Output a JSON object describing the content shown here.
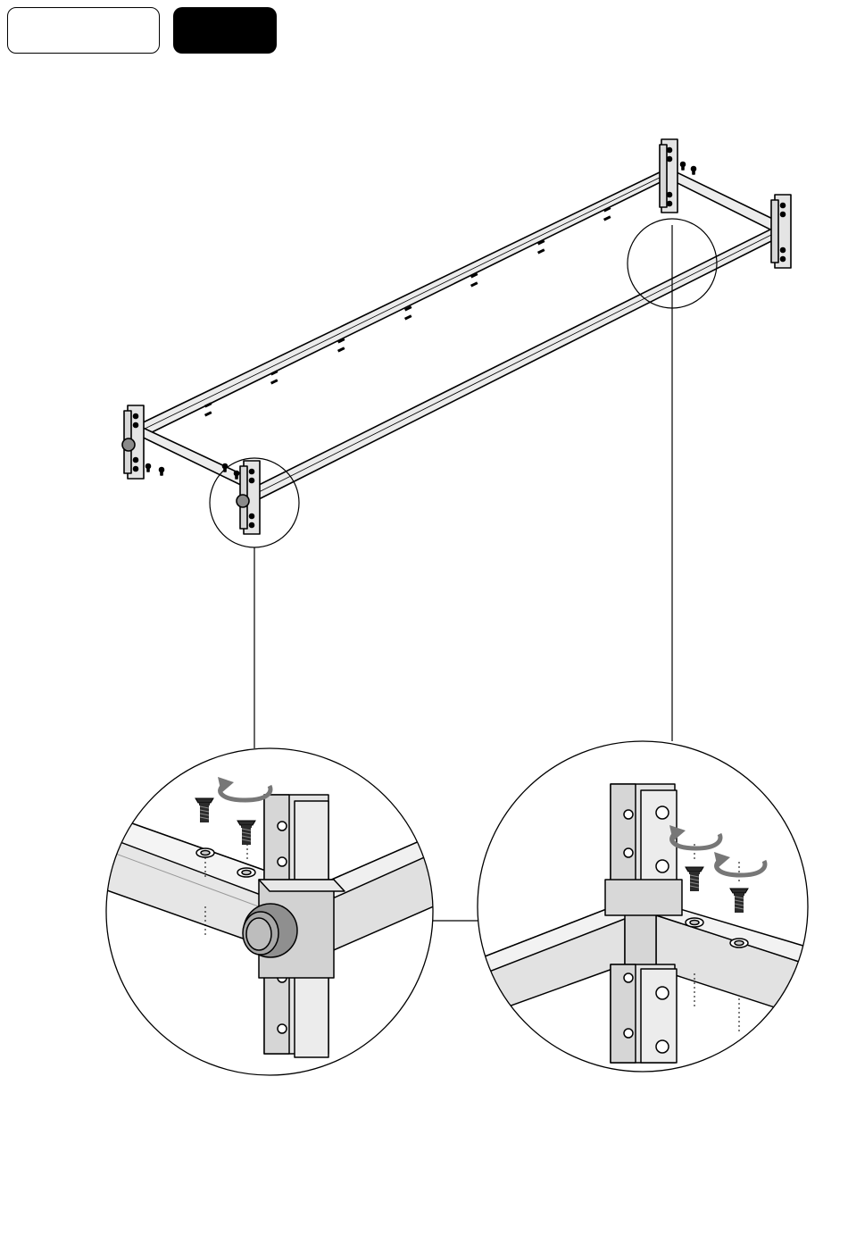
{
  "header": {
    "step_box_text": "",
    "step_number_text": ""
  },
  "screw_labels": {
    "left_a": "",
    "left_b": "",
    "right_a": "",
    "right_b": ""
  },
  "icons": {
    "rotate": "rotate-clockwise-arrow",
    "screw": "flat-head-screw",
    "nut": "round-nut"
  },
  "colors": {
    "line": "#000000",
    "rail_fill": "#e8e8e8",
    "rail_shade": "#c8c8c8",
    "bracket_fill": "#e4e4e4",
    "screw_fill": "#2b2b2b",
    "arrow_gray": "#777777",
    "nut_fill": "#9a9a9a"
  }
}
